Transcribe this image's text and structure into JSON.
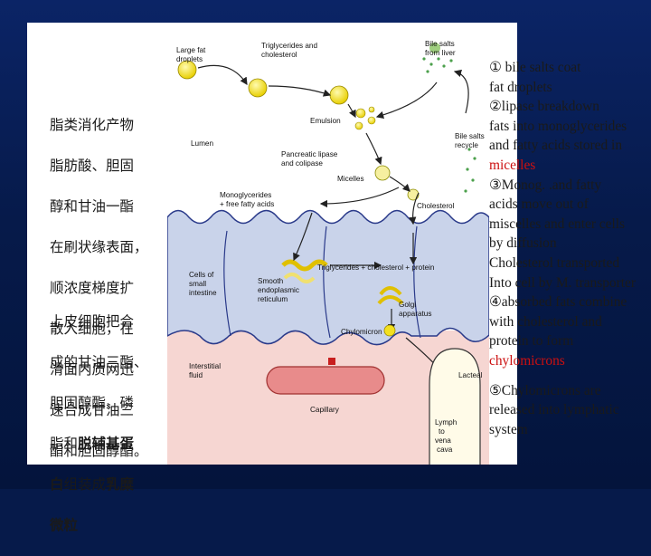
{
  "left_text_1": [
    "脂类消化产物",
    "脂肪酸、胆固",
    "醇和甘油一酯",
    "在刷状缘表面，",
    "顺浓度梯度扩",
    "散入细胞，在",
    "滑面内质网迅",
    "速合成甘油三",
    "酯和胆固醇酯。"
  ],
  "left_text_2": {
    "line1": "上皮细胞把合",
    "line2": "成的甘油三酯、",
    "line3": "胆固醇酯、磷",
    "line4_a": "脂和",
    "line4_b": "脱辅基蛋",
    "line5_a": "白",
    "line5_b": "组装成",
    "line5_c": "乳糜",
    "line6": "微粒"
  },
  "diagram_labels": {
    "large_fat": "Large fat",
    "droplets": "droplets",
    "triglycerides_and": "Triglycerides and",
    "cholesterol": "cholesterol",
    "bile_salts": "Bile salts",
    "from_liver": "from liver",
    "emulsion": "Emulsion",
    "bile_salts_recycle_1": "Bile salts",
    "bile_salts_recycle_2": "recycle",
    "lumen": "Lumen",
    "pancreatic_1": "Pancreatic lipase",
    "pancreatic_2": "and colipase",
    "micelles": "Micelles",
    "monoglycerides_1": "Monoglycerides",
    "monoglycerides_2": "+ free fatty acids",
    "cholesterol_right": "Cholesterol",
    "cells_1": "Cells of",
    "cells_2": "small",
    "cells_3": "intestine",
    "smooth_1": "Smooth",
    "smooth_2": "endoplasmic",
    "smooth_3": "reticulum",
    "tg_protein": "Triglycerides + cholesterol + protein",
    "golgi_1": "Golgi",
    "golgi_2": "apparatus",
    "chylomicron": "Chylomicron",
    "interstitial_1": "Interstitial",
    "interstitial_2": "fluid",
    "capillary": "Capillary",
    "lacteal": "Lacteal",
    "lymph_1": "Lymph",
    "lymph_2": "to",
    "lymph_3": "vena",
    "lymph_4": "cava"
  },
  "right_text": {
    "l1": "① bile salts coat",
    "l2": " fat droplets",
    "l3": "②lipase breakdown",
    "l4": "fats into monoglycerides",
    "l5": " and fatty acids stored in",
    "l6": " micelles",
    "l7": "③Monog. .and fatty",
    "l8": " acids move out of",
    "l9": " miscelles and enter cells",
    " l10": "",
    "l10": " by diffusion",
    "l11": "Cholesterol transported",
    "l12": "Into cell by M. transporter",
    "l13": "④absorbed fats combine",
    "l14": " with cholesterol and",
    "l15": " protein to form",
    "l16": "chylomicrons",
    "l17": "⑤Chylomicrons are",
    "l18": "released into lymphatic",
    "l19": "system"
  },
  "colors": {
    "background": "#061a4a",
    "highlight": "#cc1010",
    "cell": "#c9d3ea",
    "interstitial": "#f6d6d2",
    "fat": "#f3e020"
  }
}
